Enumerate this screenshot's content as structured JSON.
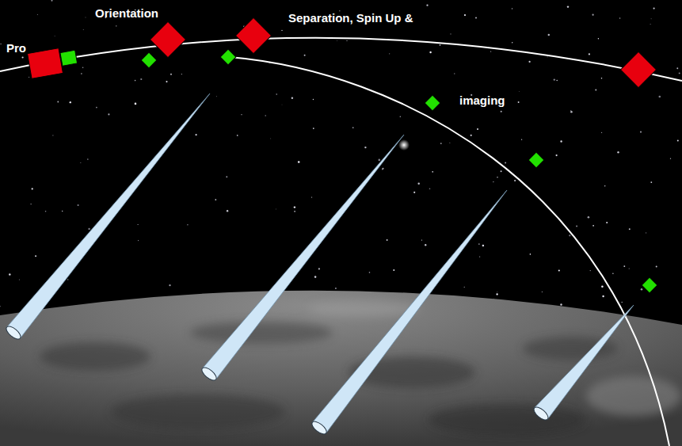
{
  "diagram": {
    "labels": [
      "Pro",
      "Orientation",
      "Separation, Spin Up &",
      "imaging"
    ]
  }
}
